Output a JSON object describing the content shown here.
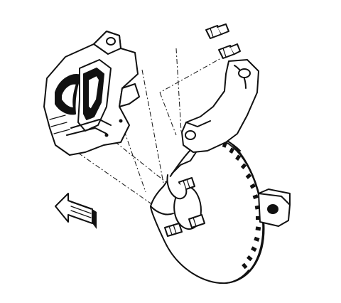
{
  "diagram": {
    "components": [
      {
        "id": "brake-caliper",
        "icon": "caliper-illustration"
      },
      {
        "id": "caliper-bracket",
        "icon": "bracket-illustration"
      },
      {
        "id": "brake-rotor",
        "icon": "rotor-illustration"
      },
      {
        "id": "abs-tone-ring",
        "icon": "tone-ring-illustration"
      },
      {
        "id": "mounting-bolts",
        "icon": "bolt-illustration"
      },
      {
        "id": "wheel-studs",
        "icon": "stud-illustration"
      },
      {
        "id": "steering-knuckle",
        "icon": "knuckle-illustration"
      }
    ],
    "direction_arrow": {
      "icon": "direction-arrow-icon"
    },
    "colors": {
      "ink": "#111111",
      "paper": "#ffffff"
    }
  }
}
